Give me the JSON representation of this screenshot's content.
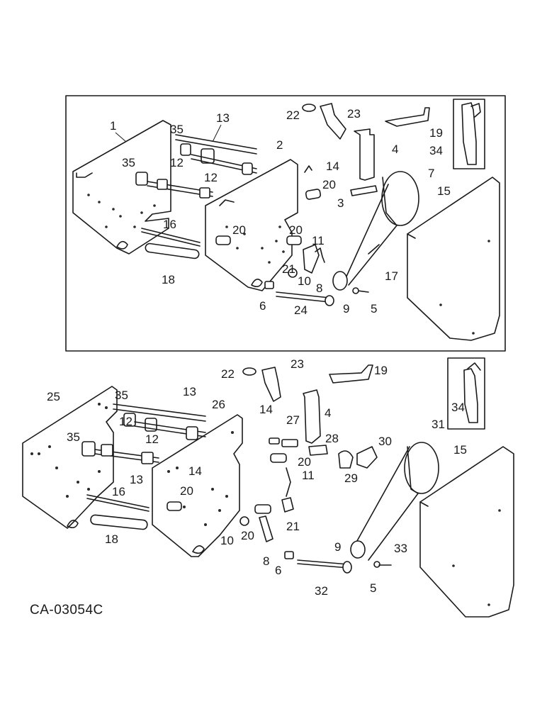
{
  "figure_code": "CA-03054C",
  "part_numbers": [
    "1",
    "2",
    "3",
    "4",
    "5",
    "6",
    "7",
    "8",
    "9",
    "10",
    "11",
    "12",
    "13",
    "14",
    "15",
    "16",
    "17",
    "18",
    "19",
    "20",
    "21",
    "22",
    "23",
    "24",
    "25",
    "26",
    "27",
    "28",
    "29",
    "30",
    "31",
    "32",
    "33",
    "34",
    "35"
  ]
}
